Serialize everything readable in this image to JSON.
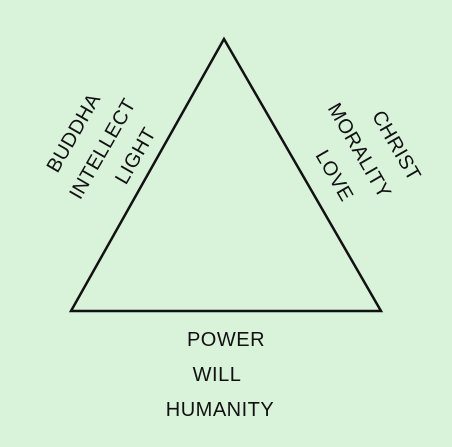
{
  "background_color": "#d8f3da",
  "line_color": "#111111",
  "left_side": {
    "outer": "BUDDHA",
    "middle": "INTELLECT",
    "inner": "LIGHT"
  },
  "right_side": {
    "outer": "CHRIST",
    "middle": "MORALITY",
    "inner": "LOVE"
  },
  "bottom_side": {
    "line1": "POWER",
    "line2": "WILL",
    "line3": "HUMANITY"
  }
}
